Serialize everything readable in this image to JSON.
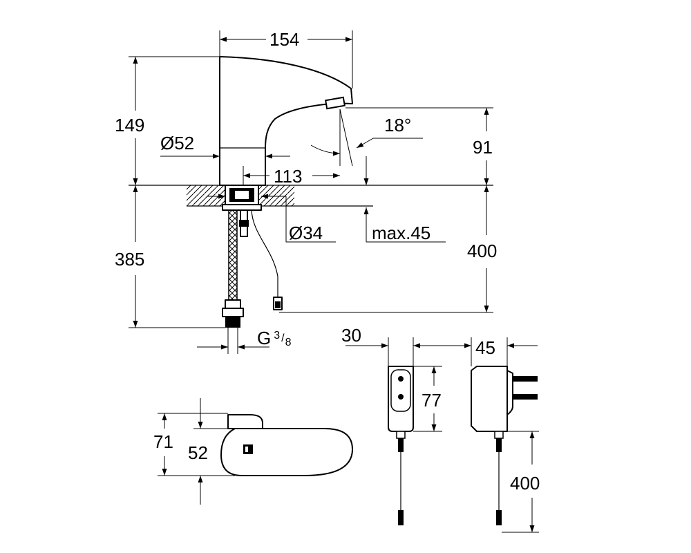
{
  "dimensions": {
    "spout_length": "154",
    "body_height": "149",
    "base_diameter": "Ø52",
    "spout_angle": "18°",
    "spout_clearance": "91",
    "spout_reach": "113",
    "hole_diameter": "Ø34",
    "max_thickness": "max.45",
    "total_hose_length": "400",
    "hose_length": "385",
    "connection_letter": "G",
    "connection_numerator": "3",
    "connection_denominator": "8",
    "adapter_width": "30",
    "adapter_height": "77",
    "adapter_depth": "45",
    "adapter_cable_length": "400",
    "top_view_height": "71",
    "top_view_width": "52"
  },
  "colors": {
    "line": "#000000",
    "fill": "#ffffff",
    "dark": "#000000"
  }
}
